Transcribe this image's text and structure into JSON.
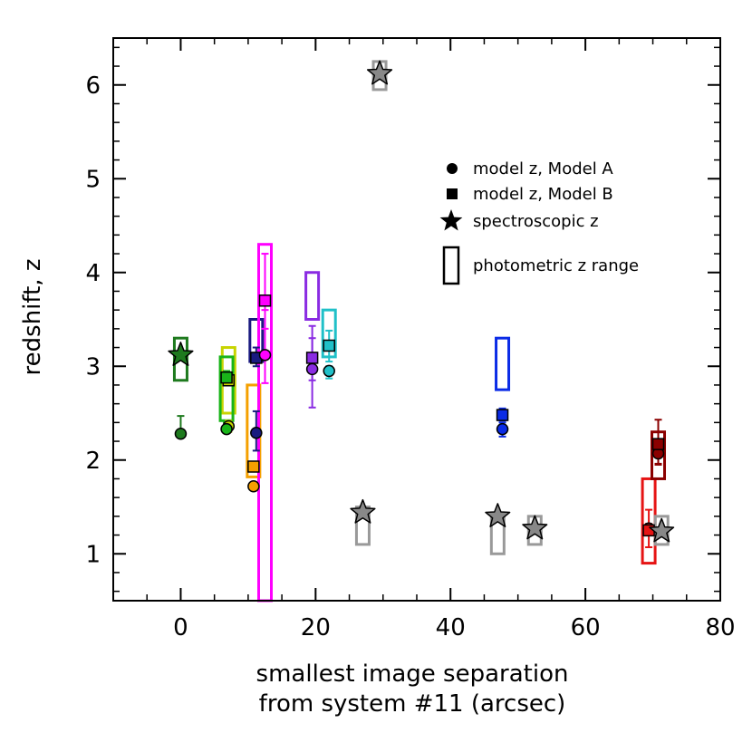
{
  "chart_data": {
    "type": "scatter",
    "title": "",
    "xlabel_lines": [
      "smallest image separation",
      "from system #11 (arcsec)"
    ],
    "ylabel": "redshift, z",
    "xlim": [
      -10,
      80
    ],
    "ylim": [
      0.5,
      6.5
    ],
    "xticks": [
      0,
      20,
      40,
      60,
      80
    ],
    "yticks": [
      1,
      2,
      3,
      4,
      5,
      6
    ],
    "grid": false,
    "legend_position": "top-right",
    "legend": [
      {
        "marker": "circle",
        "label": "model z, Model A"
      },
      {
        "marker": "square",
        "label": "model z, Model B"
      },
      {
        "marker": "star",
        "label": "spectroscopic z"
      },
      {
        "marker": "rect",
        "label": "photometric z range"
      }
    ],
    "systems": [
      {
        "color": "#1e7a1e",
        "x": 0.0,
        "photz": [
          2.85,
          3.3
        ],
        "modelA": {
          "z": 2.28,
          "err": [
            2.28,
            2.47
          ]
        },
        "modelB": null,
        "specz": 3.12
      },
      {
        "color": "#c8d400",
        "x": 7.1,
        "photz": [
          2.5,
          3.2
        ],
        "modelA": {
          "z": 2.36,
          "err": [
            2.3,
            2.42
          ]
        },
        "modelB": {
          "z": 2.85,
          "err": [
            2.8,
            2.9
          ]
        },
        "specz": null
      },
      {
        "color": "#19b419",
        "x": 6.8,
        "photz": [
          2.42,
          3.1
        ],
        "modelA": {
          "z": 2.33,
          "err": [
            2.3,
            2.4
          ]
        },
        "modelB": {
          "z": 2.88,
          "err": [
            2.82,
            2.95
          ]
        },
        "specz": null
      },
      {
        "color": "#f5a000",
        "x": 10.8,
        "photz": [
          1.82,
          2.8
        ],
        "modelA": {
          "z": 1.72,
          "err": [
            1.7,
            1.75
          ]
        },
        "modelB": {
          "z": 1.93,
          "err": [
            1.9,
            1.96
          ]
        },
        "specz": null
      },
      {
        "color": "#1a1a80",
        "x": 11.2,
        "photz": [
          3.05,
          3.5
        ],
        "modelA": {
          "z": 2.29,
          "err": [
            2.1,
            2.52
          ]
        },
        "modelB": {
          "z": 3.09,
          "err": [
            3.0,
            3.2
          ]
        },
        "specz": null
      },
      {
        "color": "#ff00ff",
        "x": 12.5,
        "photz": [
          0.5,
          4.3
        ],
        "modelA": {
          "z": 3.12,
          "err": [
            2.82,
            3.6
          ]
        },
        "modelB": {
          "z": 3.7,
          "err": [
            3.4,
            4.2
          ]
        },
        "specz": null
      },
      {
        "color": "#8a2be2",
        "x": 19.5,
        "photz": [
          3.5,
          4.0
        ],
        "modelA": {
          "z": 2.97,
          "err": [
            2.56,
            3.43
          ]
        },
        "modelB": {
          "z": 3.09,
          "err": [
            2.85,
            3.3
          ]
        },
        "specz": null
      },
      {
        "color": "#20c0c8",
        "x": 22.0,
        "photz": [
          3.1,
          3.6
        ],
        "modelA": {
          "z": 2.95,
          "err": [
            2.87,
            3.0
          ]
        },
        "modelB": {
          "z": 3.22,
          "err": [
            3.05,
            3.38
          ]
        },
        "specz": null
      },
      {
        "color": "#0a2be6",
        "x": 47.7,
        "photz": [
          2.75,
          3.3
        ],
        "modelA": {
          "z": 2.33,
          "err": [
            2.25,
            2.4
          ]
        },
        "modelB": {
          "z": 2.48,
          "err": [
            2.42,
            2.55
          ]
        },
        "specz": null
      },
      {
        "color": "#e61414",
        "x": 69.4,
        "photz": [
          0.9,
          1.8
        ],
        "modelA": {
          "z": 1.27,
          "err": [
            1.2,
            1.32
          ]
        },
        "modelB": {
          "z": 1.25,
          "err": [
            1.07,
            1.47
          ]
        },
        "specz": null
      },
      {
        "color": "#8b0000",
        "x": 70.8,
        "photz": [
          1.8,
          2.3
        ],
        "modelA": {
          "z": 2.07,
          "err": [
            1.96,
            2.18
          ]
        },
        "modelB": {
          "z": 2.17,
          "err": [
            1.95,
            2.43
          ]
        },
        "specz": null
      },
      {
        "color": "#999999",
        "x": 29.5,
        "photz": [
          5.95,
          6.25
        ],
        "modelA": null,
        "modelB": null,
        "specz": 6.12
      },
      {
        "color": "#999999",
        "x": 27.0,
        "photz": [
          1.1,
          1.5
        ],
        "modelA": null,
        "modelB": null,
        "specz": 1.44
      },
      {
        "color": "#999999",
        "x": 47.0,
        "photz": [
          1.0,
          1.4
        ],
        "modelA": null,
        "modelB": null,
        "specz": 1.4
      },
      {
        "color": "#999999",
        "x": 52.5,
        "photz": [
          1.1,
          1.4
        ],
        "modelA": null,
        "modelB": null,
        "specz": 1.27
      },
      {
        "color": "#999999",
        "x": 71.3,
        "photz": [
          1.1,
          1.4
        ],
        "modelA": null,
        "modelB": null,
        "specz": 1.24
      }
    ]
  }
}
